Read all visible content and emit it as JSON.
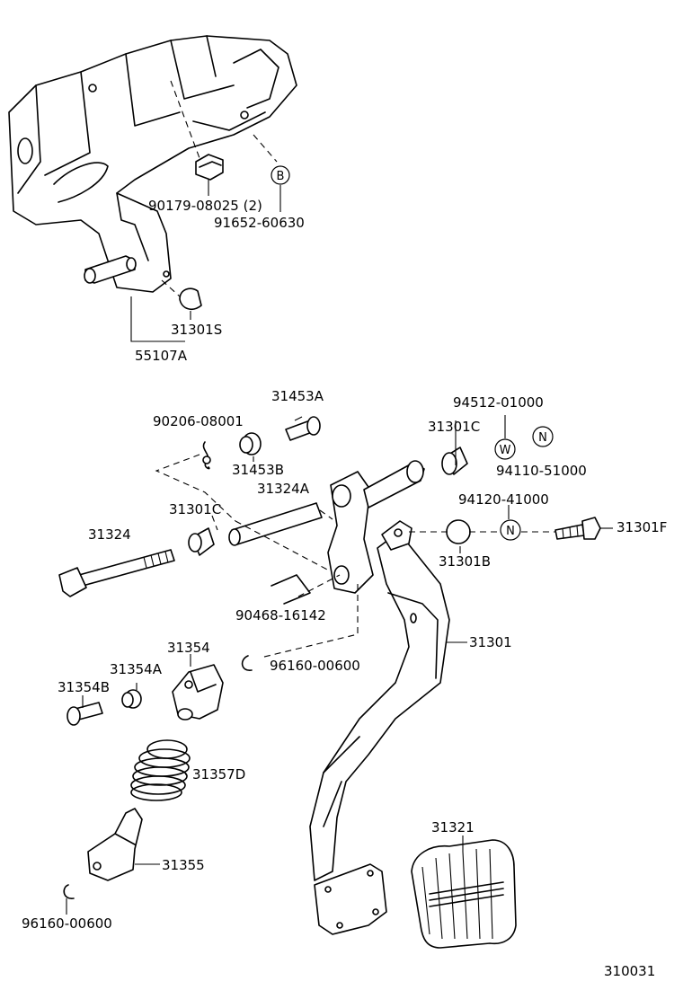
{
  "diagram_id": "310031",
  "parts": {
    "p90179": "90179-08025 (2)",
    "p91652": "91652-60630",
    "p31301S": "31301S",
    "p55107A": "55107A",
    "p31453A": "31453A",
    "p90206": "90206-08001",
    "p31453B": "31453B",
    "p31324A": "31324A",
    "p31301C_left": "31301C",
    "p31324": "31324",
    "p90468": "90468-16142",
    "p94512": "94512-01000",
    "p31301C_right": "31301C",
    "p94110": "94110-51000",
    "p94120": "94120-41000",
    "p31301F": "31301F",
    "p31301B": "31301B",
    "p31301": "31301",
    "p31354": "31354",
    "p31354A": "31354A",
    "p31354B": "31354B",
    "p96160_a": "96160-00600",
    "p31357D": "31357D",
    "p31355": "31355",
    "p96160_b": "96160-00600",
    "p31321": "31321"
  },
  "symbols": {
    "b": "B",
    "w": "W",
    "n1": "N",
    "n2": "N"
  }
}
